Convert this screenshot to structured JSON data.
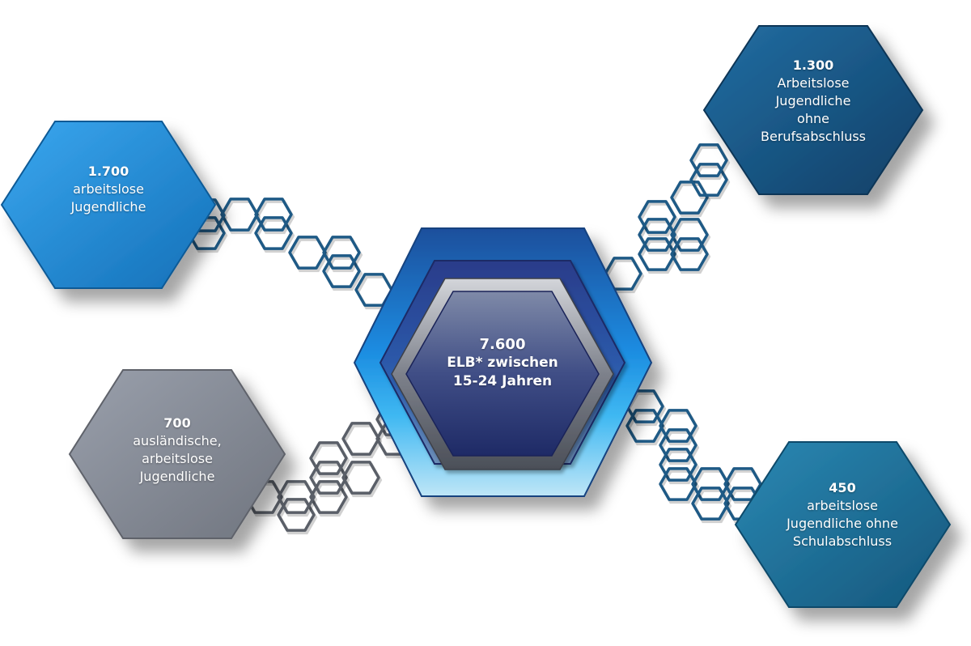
{
  "center": {
    "value": "7.600",
    "line1": "ELB* zwischen",
    "line2": "15-24 Jahren"
  },
  "nodes": [
    {
      "id": "top-left",
      "value": "1.700",
      "lines": [
        "arbeitslose",
        "Jugendliche"
      ],
      "color": "#1e8ad8"
    },
    {
      "id": "top-right",
      "value": "1.300",
      "lines": [
        "Arbeitslose",
        "Jugendliche",
        "ohne",
        "Berufsabschluss"
      ],
      "color": "#15527e"
    },
    {
      "id": "bottom-left",
      "value": "700",
      "lines": [
        "ausländische,",
        "arbeitslose",
        "Jugendliche"
      ],
      "color": "#868c99"
    },
    {
      "id": "bottom-right",
      "value": "450",
      "lines": [
        "arbeitslose",
        "Jugendliche ohne",
        "Schulabschluss"
      ],
      "color": "#1b6e96"
    }
  ],
  "colors": {
    "chain_blue": "#1e5a86",
    "chain_gray": "#5a5f68",
    "center_outer": "#1f7fd0",
    "center_mid": "#2b3f86",
    "center_inner": "#5a6a9a"
  }
}
